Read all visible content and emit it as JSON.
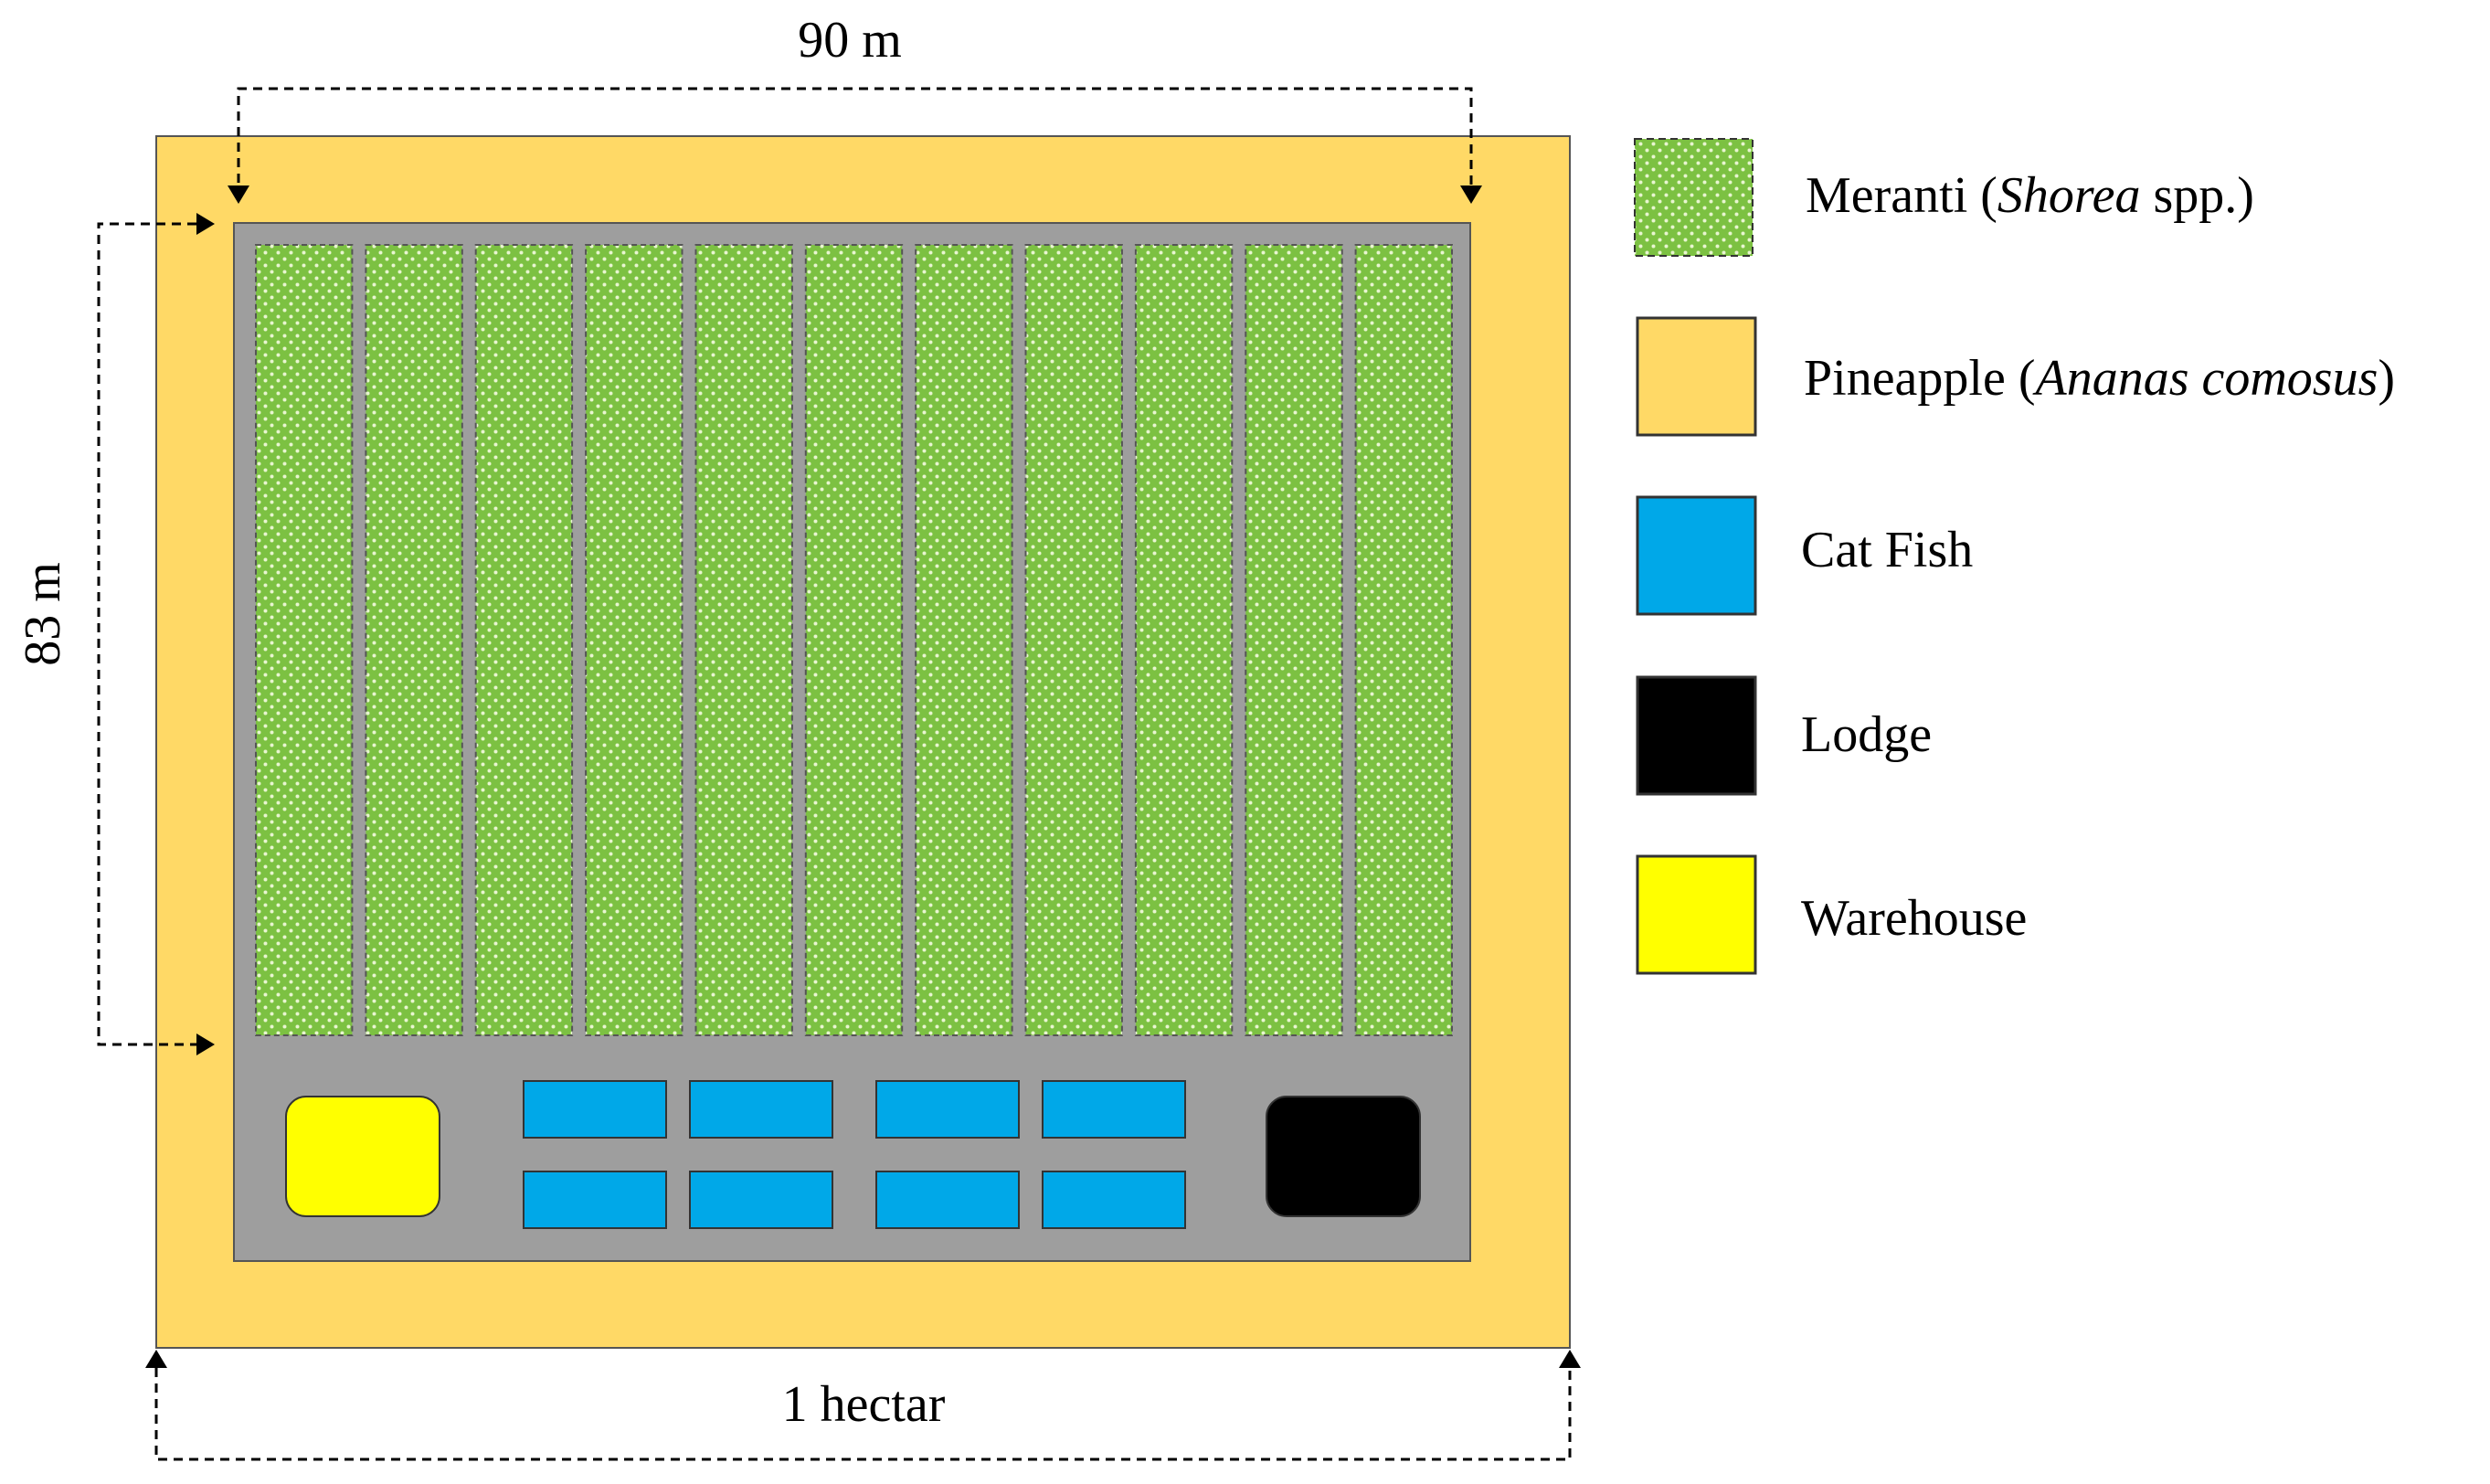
{
  "diagram": {
    "width_label": "90 m",
    "height_label": "83 m",
    "area_label": "1 hectar"
  },
  "colors": {
    "meranti": "#7cc142",
    "meranti_dots": "#e8f5d0",
    "pineapple": "#ffd966",
    "catfish": "#00a8e8",
    "lodge": "#000000",
    "warehouse": "#ffff00",
    "inner_area": "#9e9e9e"
  },
  "plots": {
    "meranti_strips": 11,
    "catfish_ponds": 8,
    "warehouses": 1,
    "lodges": 1
  },
  "legend": [
    {
      "key": "meranti",
      "text": "Meranti (",
      "italic": "Shorea",
      "suffix": " spp.)"
    },
    {
      "key": "pineapple",
      "text": "Pineapple (",
      "italic": "Ananas comosus",
      "suffix": ")"
    },
    {
      "key": "catfish",
      "text": "Cat Fish",
      "italic": "",
      "suffix": ""
    },
    {
      "key": "lodge",
      "text": "Lodge",
      "italic": "",
      "suffix": ""
    },
    {
      "key": "warehouse",
      "text": "Warehouse",
      "italic": "",
      "suffix": ""
    }
  ]
}
